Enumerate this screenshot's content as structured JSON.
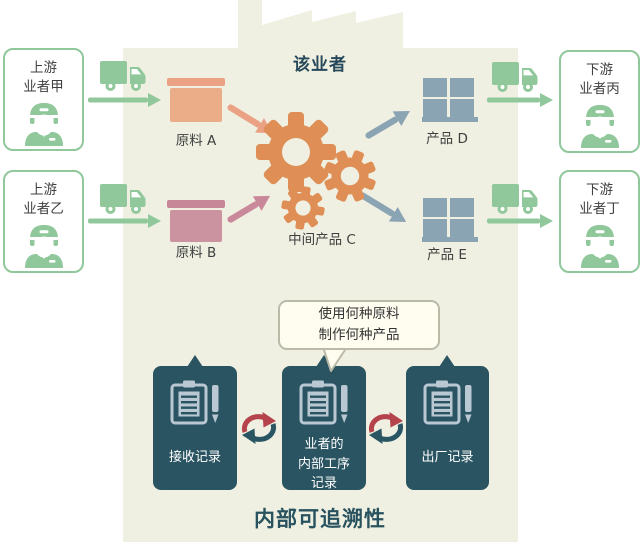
{
  "factory_title": "该业者",
  "upstream_operators": [
    {
      "lines": [
        "上游",
        "业者甲"
      ]
    },
    {
      "lines": [
        "上游",
        "业者乙"
      ]
    }
  ],
  "downstream_operators": [
    {
      "lines": [
        "下游",
        "业者丙"
      ]
    },
    {
      "lines": [
        "下游",
        "业者丁"
      ]
    }
  ],
  "materials": [
    {
      "label": "原料 A"
    },
    {
      "label": "原料 B"
    }
  ],
  "intermediate_product": {
    "label": "中间产品 C"
  },
  "products": [
    {
      "label": "产品 D"
    },
    {
      "label": "产品 E"
    }
  ],
  "records": [
    {
      "lines": [
        "接收记录"
      ]
    },
    {
      "lines": [
        "业者的",
        "内部工序",
        "记录"
      ]
    },
    {
      "lines": [
        "出厂记录"
      ]
    }
  ],
  "speech_bubble": {
    "lines": [
      "使用何种原料",
      "制作何种产品"
    ]
  },
  "bottom_title": "内部可追溯性",
  "icons": {
    "truck": "truck-icon",
    "person": "delivery-person-icon",
    "gears": "gears-icon",
    "clipboard": "clipboard-pen-icon",
    "cycle": "cycle-arrows-icon"
  },
  "colors": {
    "factory_bg": "#eff0e2",
    "green": "#90c89b",
    "gear_orange": "#df8e55",
    "material_a_body": "#ebad88",
    "material_a_lid": "#eaa184",
    "material_b_body": "#cb92a0",
    "material_b_lid": "#c78799",
    "product_bluegray": "#8ba4b4",
    "record_box_teal": "#2a5462",
    "cycle_red": "#b5434c",
    "title_teal": "#29525f",
    "icon_light": "#b9c8d2",
    "bubble_bg": "#fffdf0",
    "bubble_border": "#b9baa8",
    "text_dark": "#3f3f3f"
  }
}
